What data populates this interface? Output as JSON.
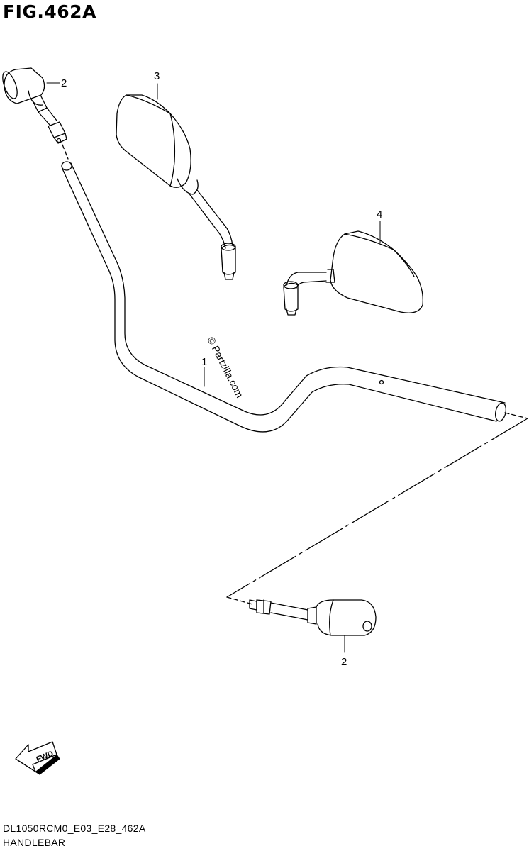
{
  "figure": {
    "title": "FIG.462A",
    "watermark": "© Partzilla.com",
    "drawing_code": "DL1050RCM0_E03_E28_462A",
    "section_name": "HANDLEBAR",
    "fwd_label": "FWD"
  },
  "callouts": {
    "handlebar": "1",
    "grip_end_left": "2",
    "mirror_left": "3",
    "mirror_right": "4",
    "grip_end_right": "2"
  },
  "colors": {
    "line": "#000000",
    "background": "#ffffff"
  }
}
